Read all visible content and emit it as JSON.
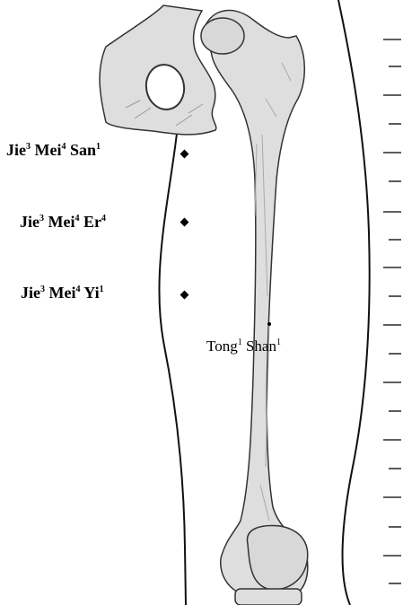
{
  "points": [
    {
      "id": "jie-mei-san",
      "syllables": [
        {
          "text": "Jie",
          "tone": "3"
        },
        {
          "text": "Mei",
          "tone": "4"
        },
        {
          "text": "San",
          "tone": "1"
        }
      ]
    },
    {
      "id": "jie-mei-er",
      "syllables": [
        {
          "text": "Jie",
          "tone": "3"
        },
        {
          "text": "Mei",
          "tone": "4"
        },
        {
          "text": "Er",
          "tone": "4"
        }
      ]
    },
    {
      "id": "jie-mei-yi",
      "syllables": [
        {
          "text": "Jie",
          "tone": "3"
        },
        {
          "text": "Mei",
          "tone": "4"
        },
        {
          "text": "Yi",
          "tone": "1"
        }
      ]
    },
    {
      "id": "tong-shan",
      "syllables": [
        {
          "text": "Tong",
          "tone": "1"
        },
        {
          "text": "Shan",
          "tone": "1"
        }
      ]
    }
  ],
  "colors": {
    "bone_fill": "#dedede",
    "bone_stroke": "#333333",
    "outline": "#111111",
    "marker": "#000000"
  }
}
